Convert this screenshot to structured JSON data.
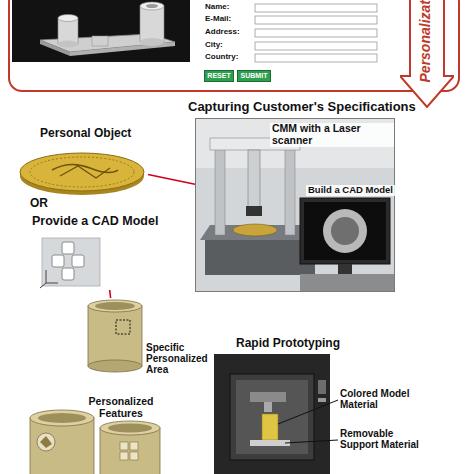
{
  "diagram": {
    "nodes": [
      {
        "text": [
          "Name:",
          "E-Mail:",
          "Address:",
          "City:",
          "Country:"
        ]
      },
      {
        "text": [
          "RESET"
        ],
        "in": 0
      },
      {
        "text": [
          "SUBMIT"
        ],
        "in": 0
      },
      {
        "text": [
          "Personalizat"
        ]
      },
      {
        "text": [
          "CMM with a Laser scanner",
          "Build a CAD Model"
        ]
      },
      {
        "text": [
          "Personal Object"
        ]
      },
      {
        "text": [
          "Provide a CAD Model"
        ]
      },
      {
        "text": [
          "Specific Personalized Area"
        ]
      },
      {
        "text": [
          "Rapid Prototyping",
          "Colored Model Material",
          "Removable Support Material"
        ]
      }
    ],
    "edges": [
      {
        "from": 5,
        "to": 4,
        "arrow": "none"
      },
      {
        "from": 6,
        "to": 7,
        "arrow": "none"
      }
    ],
    "labels": [
      "Capturing Customer's Specifications",
      "OR",
      "Personalized Features"
    ]
  }
}
